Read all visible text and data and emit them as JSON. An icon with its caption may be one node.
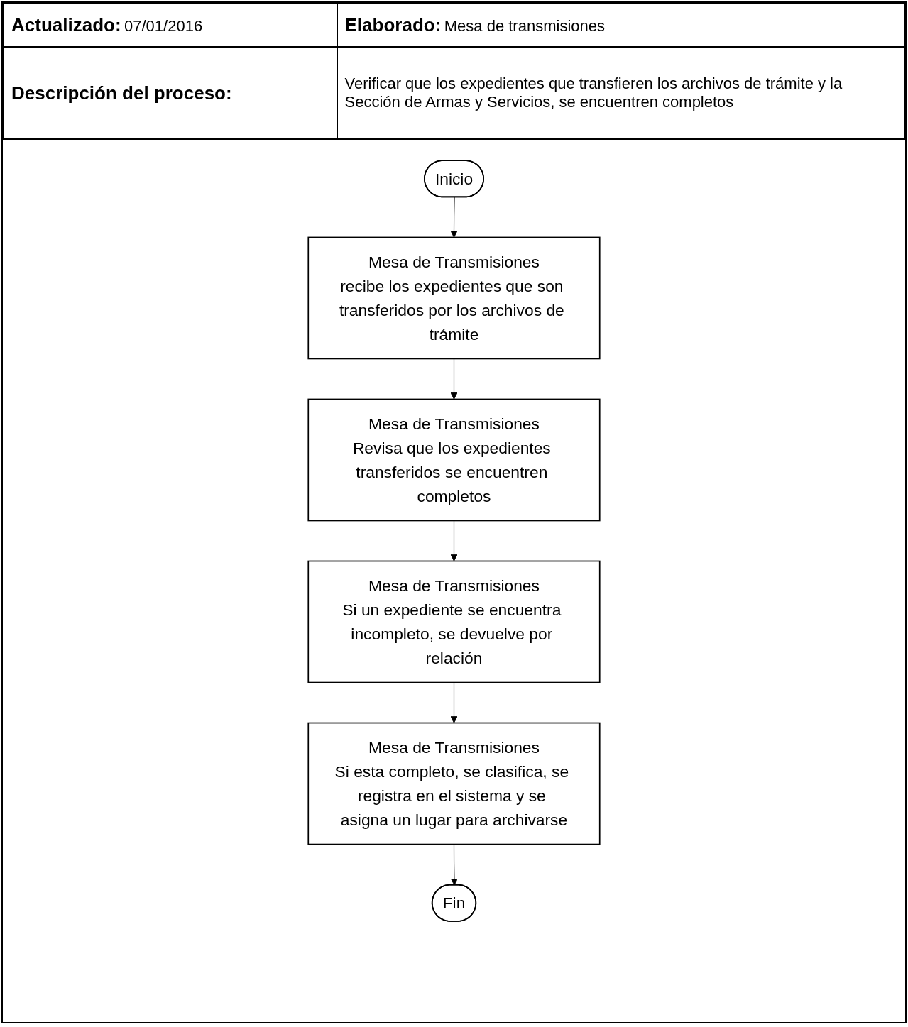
{
  "diagram": {
    "nodes": [
      {
        "text": [
          "Inicio"
        ]
      },
      {
        "text": [
          "Mesa de Transmisiones",
          "recibe los expedientes que son transferidos por los archivos de trámite"
        ]
      },
      {
        "text": [
          "Mesa de Transmisiones",
          "Revisa que los expedientes transferidos se encuentren completos"
        ]
      },
      {
        "text": [
          "Mesa de Transmisiones",
          "Si un expediente se encuentra incompleto, se devuelve por relación"
        ]
      },
      {
        "text": [
          "Mesa de Transmisiones",
          "Si esta completo, se clasifica, se registra en el sistema y se asigna un lugar para archivarse"
        ]
      },
      {
        "text": [
          "Fin"
        ]
      }
    ],
    "edges": [
      {
        "from": 0,
        "to": 1,
        "arrow": "to"
      },
      {
        "from": 1,
        "to": 2,
        "arrow": "to"
      },
      {
        "from": 2,
        "to": 3,
        "arrow": "to"
      },
      {
        "from": 3,
        "to": 4,
        "arrow": "to"
      },
      {
        "from": 4,
        "to": 5,
        "arrow": "to"
      }
    ],
    "labels": [
      "Actualizado:",
      "07/01/2016",
      "Elaborado:",
      "Mesa de transmisiones",
      "Descripción del proceso:",
      "Verificar que los expedientes que transfieren los archivos de trámite y la Sección de Armas y Servicios, se encuentren completos"
    ]
  }
}
